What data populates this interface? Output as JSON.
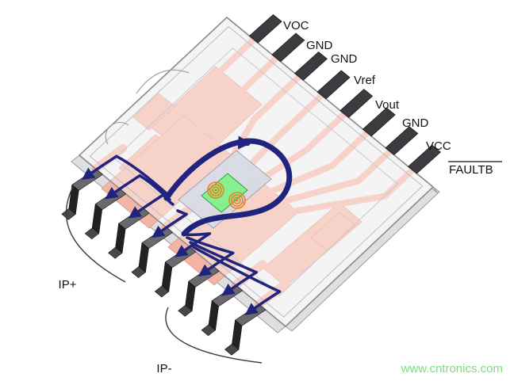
{
  "pin_labels_right": [
    "VOC",
    "GND",
    "GND",
    "Vref",
    "Vout",
    "GND",
    "VCC",
    "FAULTB"
  ],
  "faultb_has_overline": true,
  "pin_groups": {
    "ip_plus": "IP+",
    "ip_minus": "IP-"
  },
  "watermark": "www.cntronics.com",
  "colors": {
    "leadframe_copper": "#f2b5a4",
    "package_body": "#ededef",
    "current_arrow_navy": "#20247e",
    "die_green": "#86ef8e",
    "coil_orange": "#e8821e",
    "pin_dark": "#222226",
    "watermark_green": "#7ddc7d"
  }
}
